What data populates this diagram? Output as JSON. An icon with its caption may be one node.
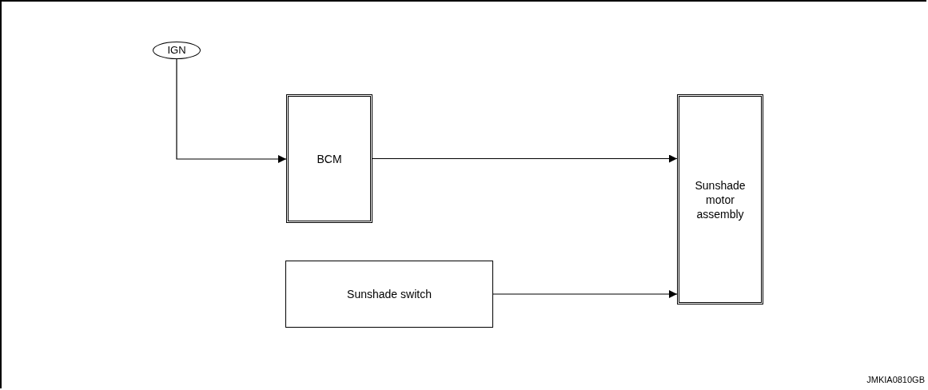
{
  "diagram": {
    "nodes": [
      {
        "text": [
          "IGN"
        ]
      },
      {
        "text": [
          "BCM"
        ]
      },
      {
        "text": [
          "Sunshade motor assembly"
        ]
      },
      {
        "text": [
          "Sunshade switch"
        ]
      }
    ],
    "edges": [
      {
        "from": 0,
        "to": 1,
        "arrow": "to"
      },
      {
        "from": 1,
        "to": 2,
        "arrow": "to"
      },
      {
        "from": 3,
        "to": 2,
        "arrow": "to"
      }
    ],
    "labels": [
      "JMKIA0810GB"
    ]
  }
}
